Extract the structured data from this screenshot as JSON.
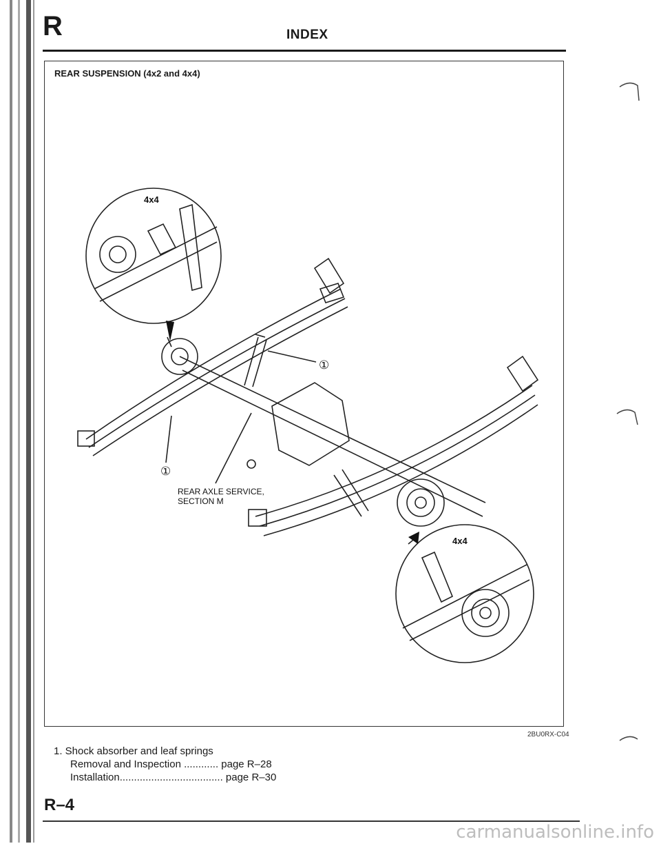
{
  "header": {
    "section_letter": "R",
    "title": "INDEX"
  },
  "figure": {
    "title": "REAR SUSPENSION (4x2 and 4x4)",
    "code": "2BU0RX-C04",
    "inset_top_label": "4x4",
    "inset_bottom_label": "4x4",
    "callout_1": "①",
    "callout_1b": "①",
    "axle_note_line1": "REAR AXLE SERVICE,",
    "axle_note_line2": "SECTION M"
  },
  "legend": {
    "item1_title": "1. Shock absorber and leaf springs",
    "item1_line1": "Removal and Inspection ............ page R–28",
    "item1_line2": "Installation.................................... page R–30"
  },
  "footer": {
    "page_code": "R–4",
    "watermark": "carmanualsonline.info"
  }
}
